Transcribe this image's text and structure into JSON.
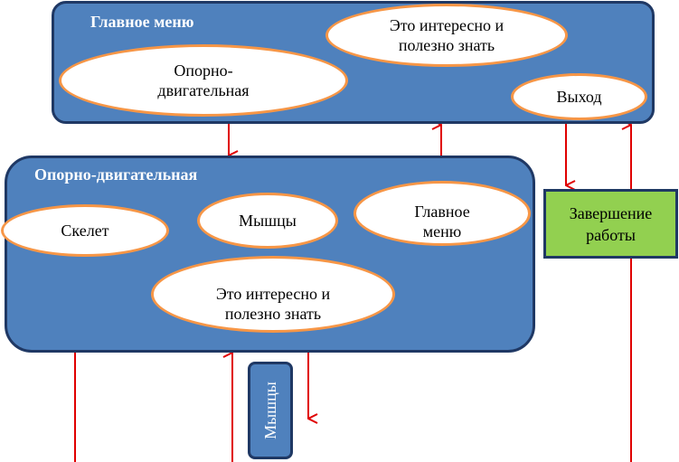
{
  "main_menu": {
    "title": "Главное меню",
    "nodes": {
      "motor": "Опорно-\nдвигательная",
      "interesting": "Это интересно и\nполезно знать",
      "exit": "Выход"
    }
  },
  "motor_section": {
    "title": "Опорно-двигательная",
    "nodes": {
      "skeleton": "Скелет",
      "muscles": "Мышцы",
      "main_menu": "Главное\nменю",
      "interesting": "Это интересно и\nполезно знать"
    }
  },
  "end_box": {
    "label": "Завершение\nработы"
  },
  "muscles_box": {
    "label": "Мышцы"
  },
  "colors": {
    "panel_fill": "#4f81bd",
    "panel_border": "#1f3864",
    "oval_border": "#f79646",
    "arrow": "#e00000",
    "end_fill": "#92d050"
  }
}
